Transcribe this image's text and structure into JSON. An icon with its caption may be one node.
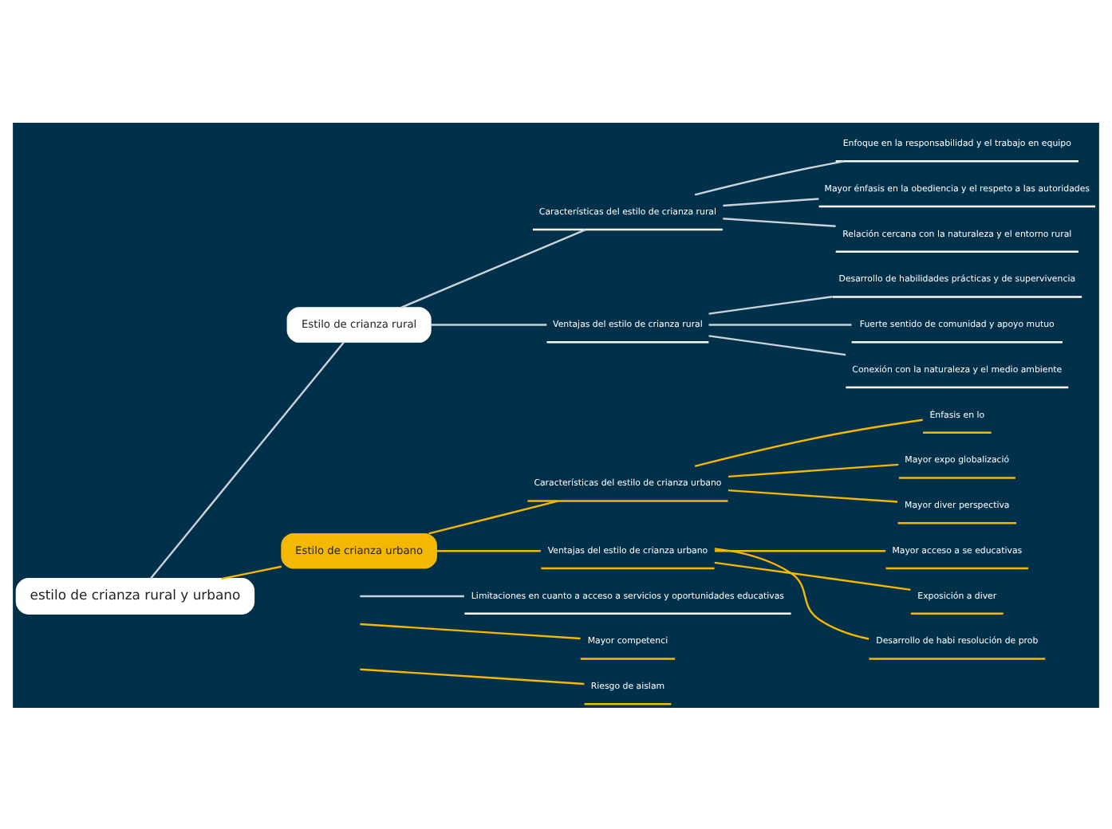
{
  "diagram": {
    "nodes": [
      {
        "text": [
          "estilo de crianza rural y urbano"
        ]
      },
      {
        "text": [
          "Estilo de crianza rural"
        ]
      },
      {
        "text": [
          "Estilo de crianza urbano"
        ]
      },
      {
        "text": [
          "Características del estilo de crianza rural"
        ]
      },
      {
        "text": [
          "Enfoque en la responsabilidad y el trabajo en equipo"
        ]
      },
      {
        "text": [
          "Mayor énfasis en la obediencia y el respeto a las autoridades"
        ]
      },
      {
        "text": [
          "Relación cercana con la naturaleza y el entorno rural"
        ]
      },
      {
        "text": [
          "Ventajas del estilo de crianza rural"
        ]
      },
      {
        "text": [
          "Desarrollo de habilidades prácticas y de supervivencia"
        ]
      },
      {
        "text": [
          "Fuerte sentido de comunidad y apoyo mutuo"
        ]
      },
      {
        "text": [
          "Conexión con la naturaleza y el medio ambiente"
        ]
      },
      {
        "text": [
          "Limitaciones en cuanto a acceso a servicios y oportunidades educativas"
        ]
      },
      {
        "text": [
          "Características del estilo de crianza urbano"
        ]
      },
      {
        "text": [
          "Énfasis en lo"
        ]
      },
      {
        "text": [
          "Mayor expo globalizació"
        ]
      },
      {
        "text": [
          "Mayor diver perspectiva"
        ]
      },
      {
        "text": [
          "Ventajas del estilo de crianza urbano"
        ]
      },
      {
        "text": [
          "Mayor acceso a se educativas"
        ]
      },
      {
        "text": [
          "Exposición a diver"
        ]
      },
      {
        "text": [
          "Desarrollo de habi resolución de prob"
        ]
      },
      {
        "text": [
          "Mayor competenci"
        ]
      },
      {
        "text": [
          "Riesgo de aislam"
        ]
      }
    ],
    "edges": [
      {
        "from": 0,
        "to": 1,
        "arrow": "none",
        "color": "#c9d3da"
      },
      {
        "from": 0,
        "to": 2,
        "arrow": "none"
      },
      {
        "from": 1,
        "to": 3,
        "arrow": "none",
        "color": "#c9d3da"
      },
      {
        "from": 3,
        "to": 4,
        "arrow": "none",
        "color": "#c9d3da"
      },
      {
        "from": 3,
        "to": 5,
        "arrow": "none",
        "color": "#c9d3da"
      },
      {
        "from": 3,
        "to": 6,
        "arrow": "none",
        "color": "#c9d3da"
      },
      {
        "from": 1,
        "to": 7,
        "arrow": "none",
        "color": "#c9d3da"
      },
      {
        "from": 7,
        "to": 8,
        "arrow": "none",
        "color": "#c9d3da"
      },
      {
        "from": 7,
        "to": 9,
        "arrow": "none",
        "color": "#c9d3da"
      },
      {
        "from": 7,
        "to": 10,
        "arrow": "none",
        "color": "#c9d3da"
      },
      {
        "from": null,
        "to": 11,
        "arrow": "none",
        "color": "#c9d3da"
      },
      {
        "from": 2,
        "to": 12,
        "arrow": "none"
      },
      {
        "from": 12,
        "to": 13,
        "arrow": "none"
      },
      {
        "from": 12,
        "to": 14,
        "arrow": "none"
      },
      {
        "from": 12,
        "to": 15,
        "arrow": "none"
      },
      {
        "from": 2,
        "to": 16,
        "arrow": "none"
      },
      {
        "from": 16,
        "to": 17,
        "arrow": "none"
      },
      {
        "from": 16,
        "to": 18,
        "arrow": "none"
      },
      {
        "from": 16,
        "to": 19,
        "arrow": "none"
      },
      {
        "from": null,
        "to": 20,
        "arrow": "none"
      },
      {
        "from": null,
        "to": 21,
        "arrow": "none"
      }
    ]
  }
}
